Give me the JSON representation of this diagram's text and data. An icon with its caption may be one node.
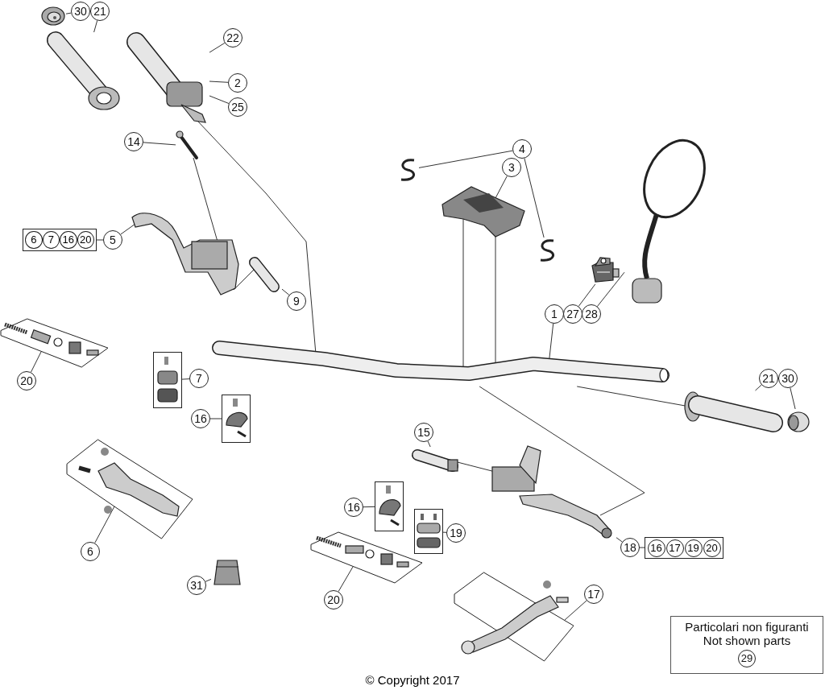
{
  "diagram": {
    "caption": "© Copyright 2017",
    "nodes": [
      {
        "text": [
          "30"
        ]
      },
      {
        "text": [
          "21"
        ]
      },
      {
        "text": [],
        "shape": "picture"
      },
      {
        "text": [],
        "shape": "picture"
      },
      {
        "text": [
          "22"
        ]
      },
      {
        "text": [],
        "shape": "picture"
      },
      {
        "text": [
          "2"
        ]
      },
      {
        "text": [
          "25"
        ]
      },
      {
        "text": [
          "14"
        ]
      },
      {
        "text": [],
        "shape": "picture"
      },
      {
        "text": [],
        "shape": "picture"
      },
      {
        "text": [
          "1"
        ]
      },
      {
        "text": [
          "4"
        ]
      },
      {
        "text": [],
        "shape": "picture"
      },
      {
        "text": [],
        "shape": "picture"
      },
      {
        "text": [
          "3"
        ]
      },
      {
        "text": [],
        "shape": "picture"
      },
      {
        "text": [
          "27"
        ]
      },
      {
        "text": [],
        "shape": "picture"
      },
      {
        "text": [
          "28"
        ]
      },
      {
        "text": [],
        "shape": "picture"
      },
      {
        "text": [
          "6",
          "7",
          "16",
          "20"
        ]
      },
      {
        "text": [
          "5"
        ]
      },
      {
        "text": [],
        "shape": "picture"
      },
      {
        "text": [
          "9"
        ]
      },
      {
        "text": [],
        "shape": "picture"
      },
      {
        "text": [
          "20"
        ]
      },
      {
        "text": [],
        "shape": "picture"
      },
      {
        "text": [
          "7"
        ]
      },
      {
        "text": [],
        "shape": "picture"
      },
      {
        "text": [
          "16"
        ]
      },
      {
        "text": [],
        "shape": "picture"
      },
      {
        "text": [
          "6"
        ]
      },
      {
        "text": [],
        "shape": "picture"
      },
      {
        "text": [
          "31"
        ]
      },
      {
        "text": [],
        "shape": "picture"
      },
      {
        "text": [
          "21"
        ]
      },
      {
        "text": [
          "30"
        ]
      },
      {
        "text": [],
        "shape": "picture"
      },
      {
        "text": [],
        "shape": "picture"
      },
      {
        "text": [
          "15"
        ]
      },
      {
        "text": [],
        "shape": "picture"
      },
      {
        "text": [],
        "shape": "picture"
      },
      {
        "text": [
          "16"
        ]
      },
      {
        "text": [],
        "shape": "picture"
      },
      {
        "text": [
          "19"
        ]
      },
      {
        "text": [],
        "shape": "picture"
      },
      {
        "text": [
          "18"
        ]
      },
      {
        "text": [
          "16",
          "17",
          "19",
          "20"
        ]
      },
      {
        "text": [
          "20"
        ]
      },
      {
        "text": [],
        "shape": "picture"
      },
      {
        "text": [
          "17"
        ]
      },
      {
        "text": [],
        "shape": "picture"
      },
      {
        "text": [
          "Particolari non figuranti",
          "Not shown parts",
          "29"
        ]
      }
    ],
    "edges": [
      {
        "from": 0,
        "to": 2,
        "arrow": "none"
      },
      {
        "from": 1,
        "to": 3,
        "arrow": "none"
      },
      {
        "from": 4,
        "to": 5,
        "arrow": "none"
      },
      {
        "from": 6,
        "to": 5,
        "arrow": "none"
      },
      {
        "from": 7,
        "to": 5,
        "arrow": "none"
      },
      {
        "from": 8,
        "to": 9,
        "arrow": "none"
      },
      {
        "from": 11,
        "to": 10,
        "arrow": "none"
      },
      {
        "from": 12,
        "to": 13,
        "arrow": "none"
      },
      {
        "from": 12,
        "to": 14,
        "arrow": "none"
      },
      {
        "from": 15,
        "to": 16,
        "arrow": "none"
      },
      {
        "from": 17,
        "to": 18,
        "arrow": "none"
      },
      {
        "from": 19,
        "to": 20,
        "arrow": "none"
      },
      {
        "from": 21,
        "to": 22,
        "arrow": "none"
      },
      {
        "from": 22,
        "to": 23,
        "arrow": "none"
      },
      {
        "from": 24,
        "to": 25,
        "arrow": "none"
      },
      {
        "from": 26,
        "to": 27,
        "arrow": "none"
      },
      {
        "from": 28,
        "to": 29,
        "arrow": "none"
      },
      {
        "from": 30,
        "to": 31,
        "arrow": "none"
      },
      {
        "from": 32,
        "to": 33,
        "arrow": "none"
      },
      {
        "from": 34,
        "to": 35,
        "arrow": "none"
      },
      {
        "from": 36,
        "to": 38,
        "arrow": "none"
      },
      {
        "from": 37,
        "to": 39,
        "arrow": "none"
      },
      {
        "from": 40,
        "to": 41,
        "arrow": "none"
      },
      {
        "from": 43,
        "to": 44,
        "arrow": "none"
      },
      {
        "from": 45,
        "to": 46,
        "arrow": "none"
      },
      {
        "from": 47,
        "to": 42,
        "arrow": "none"
      },
      {
        "from": 47,
        "to": 48,
        "arrow": "none"
      },
      {
        "from": 49,
        "to": 50,
        "arrow": "none"
      },
      {
        "from": 51,
        "to": 52,
        "arrow": "none"
      },
      {
        "from": 5,
        "to": 10,
        "arrow": "none"
      },
      {
        "from": 16,
        "to": 10,
        "arrow": "none"
      },
      {
        "from": 16,
        "to": 10,
        "arrow": "none"
      },
      {
        "from": 9,
        "to": 23,
        "arrow": "none"
      },
      {
        "from": 23,
        "to": 25,
        "arrow": "none"
      },
      {
        "from": 38,
        "to": 10,
        "arrow": "none"
      },
      {
        "from": 41,
        "to": 42,
        "arrow": "none"
      },
      {
        "from": 42,
        "to": 10,
        "arrow": "none"
      }
    ]
  }
}
